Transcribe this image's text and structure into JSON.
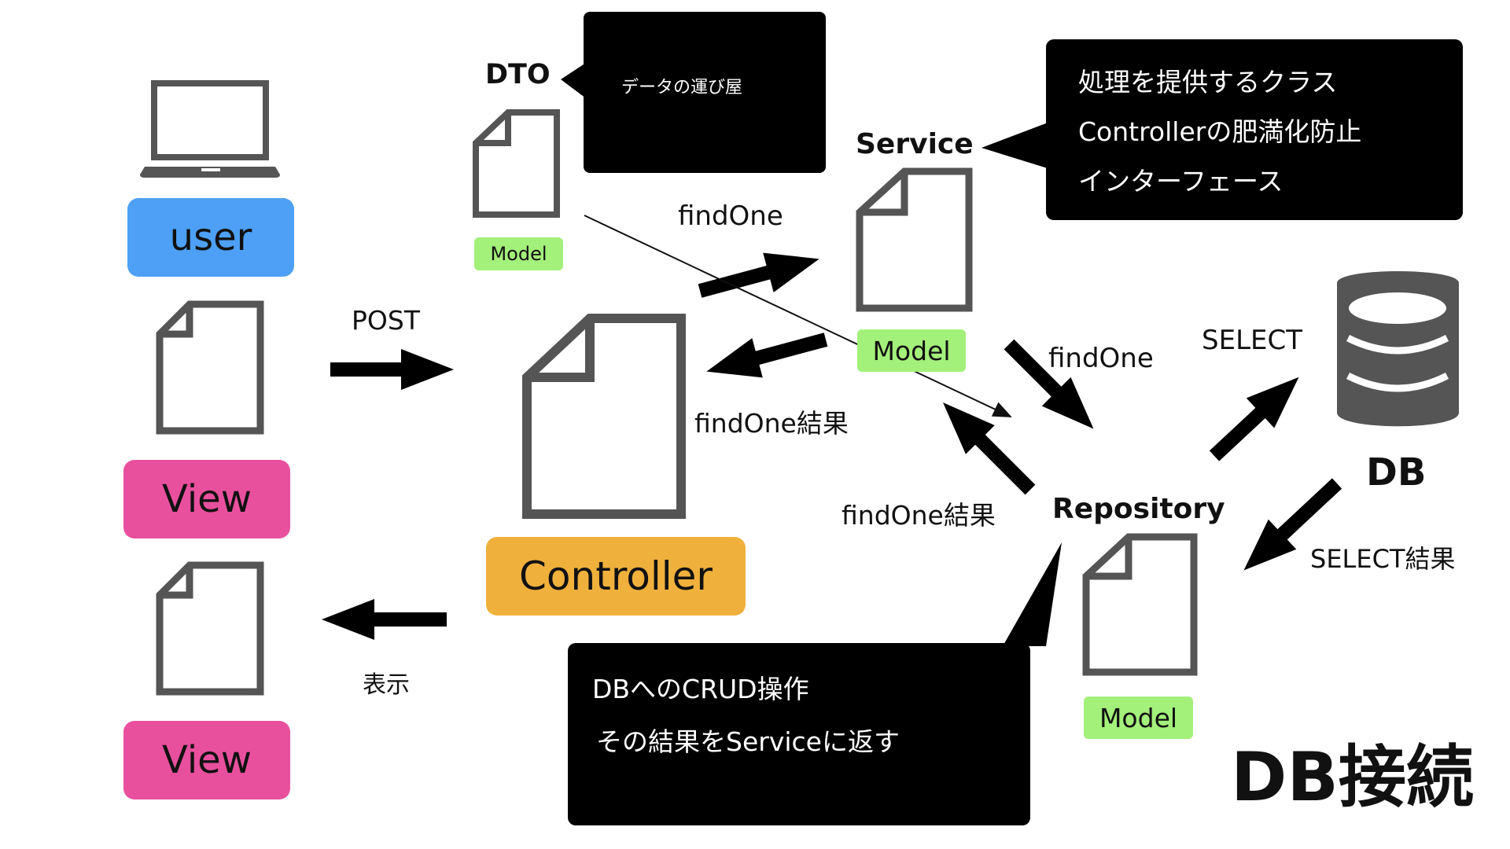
{
  "title": "DB接続",
  "nodes": {
    "user": "user",
    "view_top": "View",
    "view_bottom": "View",
    "controller": "Controller",
    "dto": "DTO",
    "service": "Service",
    "repository": "Repository",
    "db": "DB"
  },
  "model_tags": {
    "dto": "Model",
    "service": "Model",
    "repository": "Model"
  },
  "edge_labels": {
    "post": "POST",
    "display": "表示",
    "findone_to_service": "findOne",
    "findone_result_to_controller": "findOne結果",
    "findone_to_repository": "findOne",
    "findone_result_to_service": "findOne結果",
    "select": "SELECT",
    "select_result": "SELECT結果"
  },
  "callouts": {
    "dto": [
      "データの運び屋"
    ],
    "service": [
      "処理を提供するクラス",
      "Controllerの肥満化防止",
      "インターフェース"
    ],
    "repository": [
      "DBへのCRUD操作",
      "その結果をServiceに返す"
    ]
  },
  "colors": {
    "user": "#4da0f5",
    "view": "#e8509e",
    "controller": "#efb03c",
    "model_tag": "#a3f07b",
    "callout": "#000000",
    "icon": "#555555"
  },
  "icons": [
    "laptop-icon",
    "document-icon",
    "database-icon",
    "arrow-icon"
  ]
}
